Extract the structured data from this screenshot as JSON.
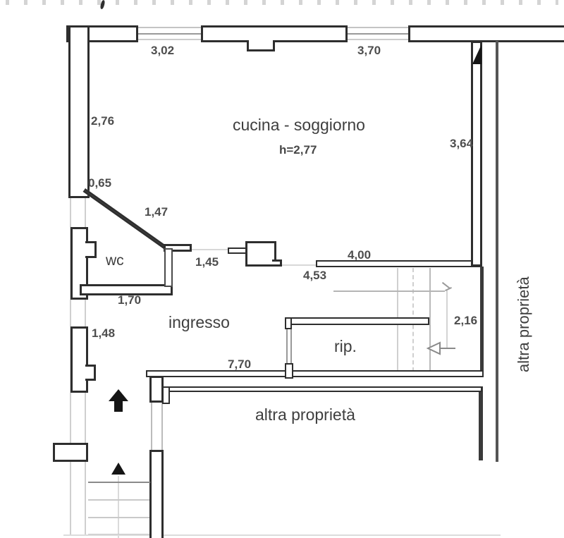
{
  "document": {
    "kind": "floor-plan-drawing",
    "language": "italian",
    "top_text_row_cropped": true
  },
  "labels": {
    "cucina": "cucina - soggiorno",
    "cucina_height": "h=2,77",
    "wc": "wc",
    "ingresso": "ingresso",
    "rip": "rip.",
    "altra_bottom": "altra proprietà",
    "altra_right": "altra proprietà"
  },
  "dims": {
    "d302": "3,02",
    "d370": "3,70",
    "d276": "2,76",
    "d065": "0,65",
    "d147": "1,47",
    "d364": "3,64",
    "d145": "1,45",
    "d400": "4,00",
    "d453": "4,53",
    "d170": "1,70",
    "d148": "1,48",
    "d216": "2,16",
    "d770": "7,70"
  },
  "colors": {
    "wall": "#2e2e2e",
    "label_text": "#4d4d4d",
    "faint_line": "#cfcfcf"
  }
}
